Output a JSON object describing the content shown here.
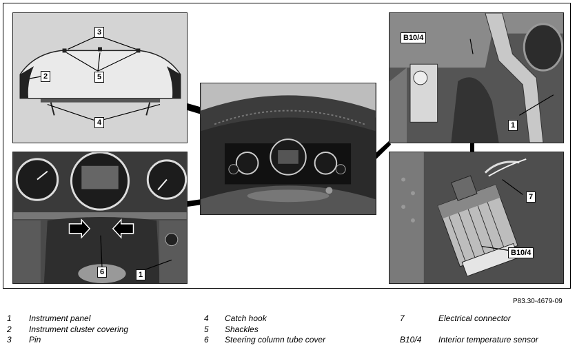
{
  "figure_ref": "P83.30-4679-09",
  "callouts": {
    "p1": {
      "c3": "3",
      "c2": "2",
      "c5": "5",
      "c4": "4"
    },
    "p2": {
      "c6": "6",
      "c1": "1"
    },
    "p4": {
      "b104": "B10/4",
      "c1": "1"
    },
    "p5": {
      "c7": "7",
      "b104": "B10/4"
    }
  },
  "legend": [
    {
      "num": "1",
      "text": "Instrument panel"
    },
    {
      "num": "2",
      "text": "Instrument cluster covering"
    },
    {
      "num": "3",
      "text": "Pin"
    },
    {
      "num": "4",
      "text": "Catch hook"
    },
    {
      "num": "5",
      "text": "Shackles"
    },
    {
      "num": "6",
      "text": "Steering column tube cover"
    },
    {
      "num": "7",
      "text": "Electrical connector"
    },
    {
      "num": "B10/4",
      "text": "Interior temperature sensor"
    }
  ]
}
